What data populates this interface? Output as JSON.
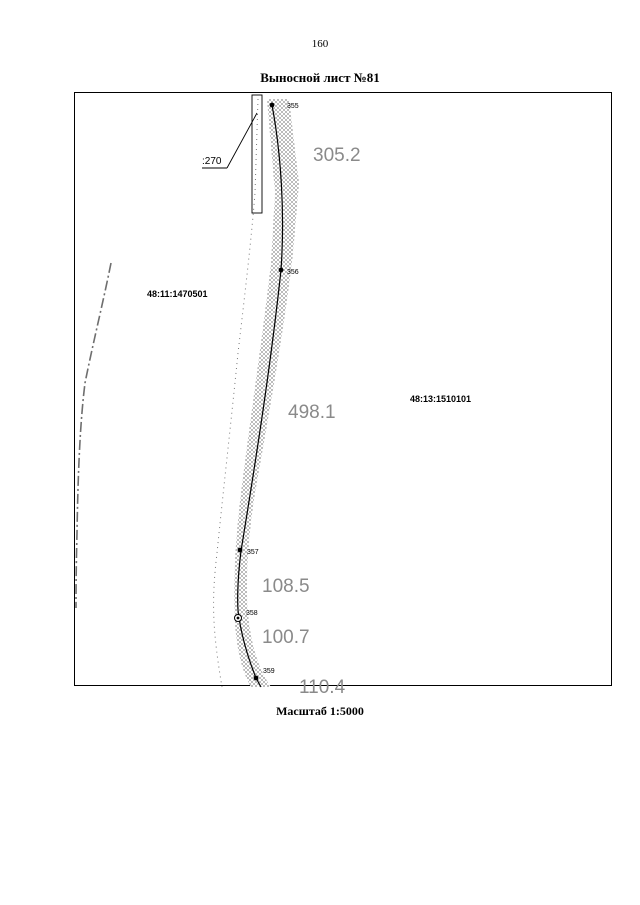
{
  "page_number": "160",
  "sheet_title": "Выносной лист №81",
  "scale_label": "Масштаб 1:5000",
  "map": {
    "parcels": [
      {
        "id": "48:11:1470501"
      },
      {
        "id": "48:13:1510101"
      }
    ],
    "lot_label": ":270",
    "points": [
      {
        "number": "355"
      },
      {
        "number": "356"
      },
      {
        "number": "357"
      },
      {
        "number": "358"
      },
      {
        "number": "359"
      }
    ],
    "segments": [
      {
        "length": "305.2"
      },
      {
        "length": "498.1"
      },
      {
        "length": "108.5"
      },
      {
        "length": "100.7"
      },
      {
        "length": "110.4"
      }
    ],
    "colors": {
      "boundary": "#000000",
      "road_hatch": "#8c8c8c",
      "length_text": "#8a8a8a",
      "dash_line": "#6e6e6e"
    }
  }
}
